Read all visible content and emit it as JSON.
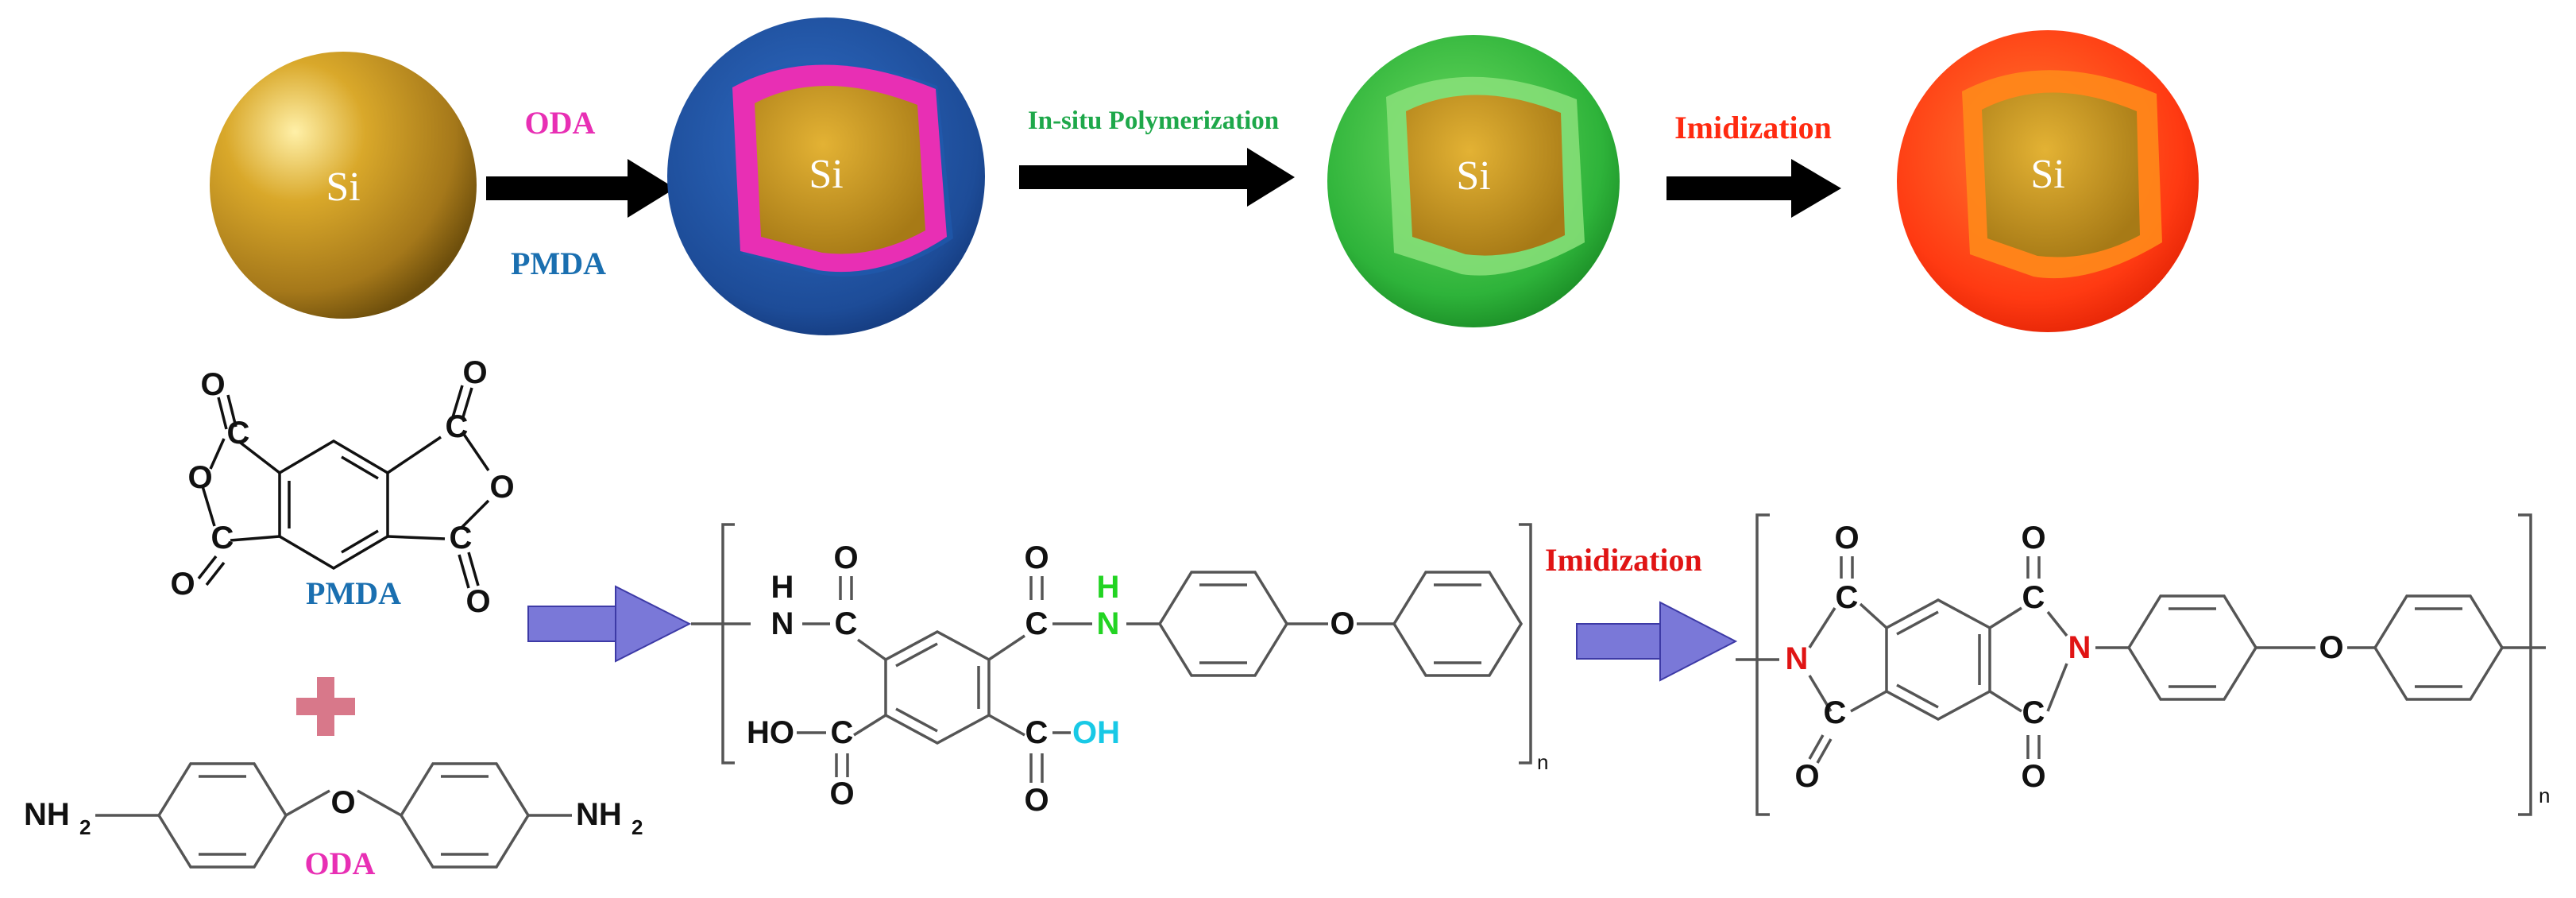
{
  "process": {
    "core_label": "Si",
    "step1_top": "ODA",
    "step1_bottom": "PMDA",
    "step2_label": "In-situ Polymerization",
    "step3_label": "Imidization"
  },
  "reaction": {
    "pmda_name": "PMDA",
    "oda_name": "ODA",
    "nh2": "NH",
    "nh2_sub": "2",
    "imidization": "Imidization",
    "repeat_n": "n",
    "atom_O": "O",
    "atom_C": "C",
    "atom_N": "N",
    "atom_H": "H",
    "oh": "OH",
    "ho": "HO"
  },
  "colors": {
    "si_gold": "#c99a1e",
    "pmda_blue": "#1a6fb0",
    "shell_blue": "#1f4f9e",
    "oda_magenta": "#e82fb4",
    "polyamic_green": "#1ea84a",
    "polyimide_red": "#ff2a10",
    "arrow_purple": "#7a78d8",
    "nh_green": "#22d422",
    "oh_cyan": "#18c9e6",
    "n_red": "#e01414",
    "plus_pink": "#d8788a"
  }
}
